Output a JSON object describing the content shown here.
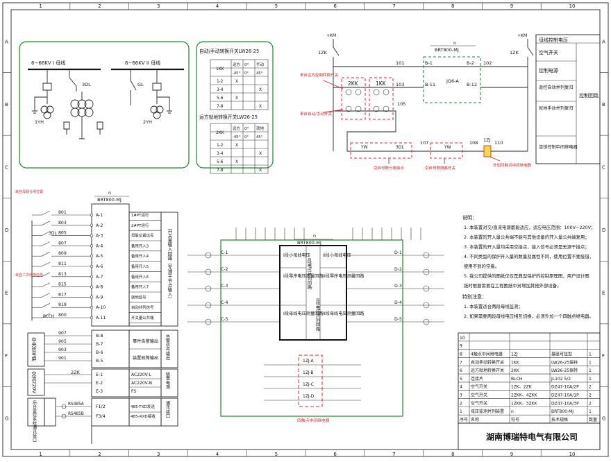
{
  "grid": {
    "cols": [
      "1",
      "2",
      "3",
      "4",
      "5",
      "6",
      "7",
      "8",
      "9",
      "10"
    ],
    "rows": [
      "A",
      "B",
      "C",
      "D",
      "E",
      "F",
      "G"
    ]
  },
  "busbar": {
    "bus1": "6~66KV I 母线",
    "bus2": "6~66KV II 母线",
    "labels": [
      "3DL",
      "1YH",
      "GL",
      "2YH"
    ]
  },
  "switch_auto": {
    "title": "自动/手动转换开关LW26-25",
    "head": [
      "1KK",
      "运方",
      "0°",
      "手动"
    ],
    "sub": [
      "-45°",
      "0°",
      "45°"
    ],
    "rows": [
      {
        "c": "1-2",
        "v": [
          "X",
          "",
          ""
        ]
      },
      {
        "c": "3-4",
        "v": [
          "",
          "",
          "X"
        ]
      },
      {
        "c": "5-6",
        "v": [
          "X",
          "",
          ""
        ]
      },
      {
        "c": "7-8",
        "v": [
          "",
          "",
          "X"
        ]
      }
    ]
  },
  "switch_remote": {
    "title": "运方就地转换开关LW26-25",
    "head": [
      "2KK",
      "远方",
      "0°",
      "就地"
    ],
    "sub": [
      "-45°",
      "0°",
      "45°"
    ],
    "rows": [
      {
        "c": "1-2",
        "v": [
          "X",
          "",
          ""
        ]
      },
      {
        "c": "3-4",
        "v": [
          "",
          "",
          "X"
        ]
      },
      {
        "c": "5-6",
        "v": [
          "X",
          "",
          ""
        ]
      },
      {
        "c": "7-8",
        "v": [
          "",
          "",
          "X"
        ]
      }
    ]
  },
  "control": {
    "n1": "n",
    "brt": "BRT800-MJ",
    "kmt": "+KM",
    "kmr": "+KM",
    "zk1": "1ZK",
    "zk2": "1ZK",
    "nodes": [
      "101",
      "102",
      "103",
      "105",
      "107",
      "108",
      "110"
    ],
    "kk2": "2KK",
    "kk1": "1KK",
    "b1": "B-1",
    "b2": "B-2",
    "b11": "B-11",
    "b12": "B-12",
    "jq": "JQ6-A",
    "yw1": "YW",
    "dl3": "3DL",
    "yw2": "YW",
    "zj": "1ZJ",
    "note_remote": "来自远方控制转换开关",
    "note_auto": "来自自动/手动开关",
    "note_3dl": "引自母联分闸接点",
    "note_yw": "引自母联隔离开关",
    "note_ext": "外加四触点中间继电器"
  },
  "right_legend": {
    "top": "母线控制电压",
    "items": [
      "空气开关",
      "控制电源",
      "遥控自动并列复归",
      "就地手动并列复归",
      "连锁控制中间继电器"
    ],
    "side": "控制回路"
  },
  "inputs": {
    "n": "n",
    "brt": "BRT800-MJ",
    "nodes": [
      "801",
      "803",
      "805",
      "807",
      "809",
      "811",
      "813",
      "815",
      "817",
      "819",
      "800"
    ],
    "pins": [
      "A-1",
      "A-2",
      "A-3",
      "A-4",
      "A-5",
      "A-6",
      "A-7",
      "A-8",
      "A-9",
      "A-10",
      "A-11"
    ],
    "funcs": [
      "1#PT运行",
      "2#PT运行",
      "母联位置信号",
      "备用开入3",
      "备用开入4",
      "备用开入5",
      "备用开入6",
      "备用开入7",
      "就地信号",
      "自动并列信号",
      "开关量公共端"
    ],
    "group": "开关量输入回路（无源干节点输入）",
    "dl": "3DL",
    "blch": "BLCH",
    "note1": "来自母联分闸位置",
    "note2": "来自二次切换信号"
  },
  "signals": {
    "left": "中央信号屏",
    "nodes": [
      "907",
      "905",
      "903",
      "901"
    ],
    "pins": [
      "B-8",
      "B-7",
      "B-6",
      "B-5"
    ],
    "funcs": [
      "事件告警输出",
      "装置故障输出"
    ],
    "group": "告警信号输出"
  },
  "power": {
    "left": "交流220V",
    "zk": "2ZK",
    "pins": [
      "E-1",
      "E-2",
      "E-3"
    ],
    "funcs": [
      "AC220V-L",
      "AC220V-N",
      "FS"
    ],
    "group": "装置电源"
  },
  "comm": {
    "left": "后台监控系统通讯接口",
    "nodes": [
      "RS485A",
      "RS485B"
    ],
    "pins": [
      "F1/2",
      "F3/4"
    ],
    "funcs": [
      "485-TXD发送",
      "485-RXD接收"
    ],
    "group": "通讯接口"
  },
  "center": {
    "n": "n",
    "brt": "BRT800-MJ",
    "l1": "I段小母线电压",
    "l2": "I段零序电压测量回路",
    "l3": "I段母线电压测量回路",
    "mid1": "I段电压并列回路",
    "mid2": "II段电压并列回路",
    "r1": "II段小母线电压",
    "r2": "II段零序电压测量回路",
    "r3": "II段母线电压测量回路",
    "left_pins": [
      "C-1",
      "C-2",
      "C-3",
      "C-4",
      "C-5"
    ],
    "right_pins": [
      "D-1",
      "D-2",
      "D-3",
      "D-4",
      "D-5"
    ],
    "relays": [
      "1ZJ-A",
      "1ZJ-B",
      "1ZJ-C",
      "1ZJ-D"
    ],
    "note": "四触点中间继电器"
  },
  "notes": {
    "title": "说明：",
    "items": [
      "1. 本装置对交/直流电源都能适应，适应电压范围：100V~220V；",
      "2. 本装置的开入量公共端不能与其他设备的开入量公共端复用；",
      "3. 本装置的开入量均采用空接点，接入信号必须是无源干接点；",
      "4. 不同类型的保护开入量的数量及属性不同，使用位置不要接错，",
      "   使用不到的空着。",
      "5. 我公司提供的图纸仅仅是典型保护的控制原理图，用户设计图",
      "   纸时根据需要在工程图纸中另增加其他外部设备。"
    ],
    "special_title": "特别注意：",
    "special": [
      "1. 本装置适合两段母线监测；",
      "2. 如果需要两段母线电压相互切换，必须外加一个四触点继电器。"
    ]
  },
  "bom": {
    "rows": [
      [
        "10",
        "",
        "",
        "",
        ""
      ],
      [
        "9",
        "",
        "",
        "",
        ""
      ],
      [
        "8",
        "4触点中间继电器",
        "1ZJ",
        "基座可挂型",
        "1"
      ],
      [
        "7",
        "自动手动转换开关",
        "1KK",
        "LW26-25保持",
        "1"
      ],
      [
        "6",
        "远方就地转换开关",
        "2KK",
        "LW26-25保持",
        "1"
      ],
      [
        "5",
        "连接片",
        "BLCH",
        "JL102 5/2",
        "1"
      ],
      [
        "4",
        "空气开关",
        "1ZK、2ZK",
        "DZ47-10A/2P",
        "2"
      ],
      [
        "3",
        "空气开关",
        "2ZKK、4ZKK",
        "DZ47-10A/1P",
        "2"
      ],
      [
        "2",
        "空气开关",
        "1ZKK、3ZKK",
        "DZ47-10A/3P",
        "2"
      ],
      [
        "1",
        "母压监测并列装置",
        "n",
        "BRT800-MJ",
        "1"
      ]
    ],
    "head": [
      "序号",
      "名称",
      "符号",
      "技术规格",
      "数量"
    ],
    "company": "湖南博瑞特电气有限公司"
  }
}
